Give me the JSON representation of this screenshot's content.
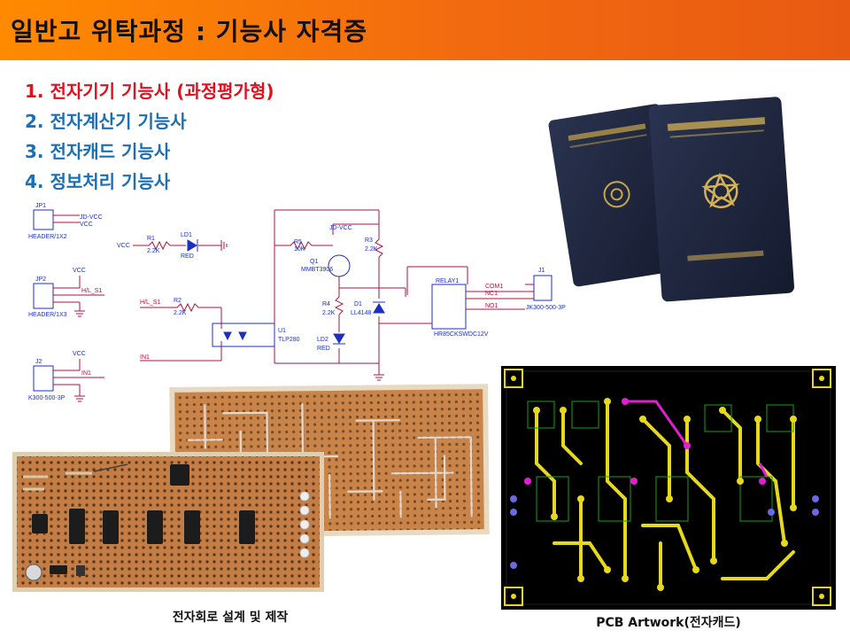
{
  "header": {
    "title": "일반고 위탁과정 : 기능사 자격증"
  },
  "items": [
    "1. 전자기기 기능사 (과정평가형)",
    "2. 전자계산기 기능사",
    "3. 전자캐드 기능사",
    "4. 정보처리 기능사"
  ],
  "schematic": {
    "jp1": "JP1",
    "jp1_part": "HEADER/1X2",
    "jd_vcc": "JD-VCC",
    "vcc": "VCC",
    "jp2": "JP2",
    "jp2_part": "HEADER/1X3",
    "hl_s1": "H/L_S1",
    "j2": "J2",
    "j2_part": "K300-500-3P",
    "in1": "IN1",
    "r1": "R1",
    "r1_val": "2.2K",
    "ld1": "LD1",
    "ld1_val": "RED",
    "r2": "R2",
    "r2_val": "2.2K",
    "u1": "U1",
    "u1_val": "TLP280",
    "r5": "R5",
    "r5_val": "10K",
    "q1": "Q1",
    "q1_val": "MMBT3906",
    "r3": "R3",
    "r3_val": "2.2K",
    "r4": "R4",
    "r4_val": "2.2K",
    "d1": "D1",
    "d1_val": "LL4148",
    "ld2": "LD2",
    "ld2_val": "RED",
    "relay": "RELAY1",
    "relay_val": "HR85CKSWDC12V",
    "com1": "COM1",
    "nc1": "NC1",
    "no1": "NO1",
    "j1": "J1",
    "j1_part": "JK300-500-3P"
  },
  "captions": {
    "board": "전자회로 설계 및 제작",
    "pcb": "PCB Artwork(전자캐드)"
  },
  "colors": {
    "header_start": "#ff8a00",
    "header_end": "#e85a12",
    "item_red": "#e0101e",
    "item_blue": "#1a6fb5",
    "wire_red": "#b0123c",
    "wire_blue": "#1d2fbf",
    "pcb_trace": "#e6d81a",
    "pcb_via": "#e020d0"
  }
}
